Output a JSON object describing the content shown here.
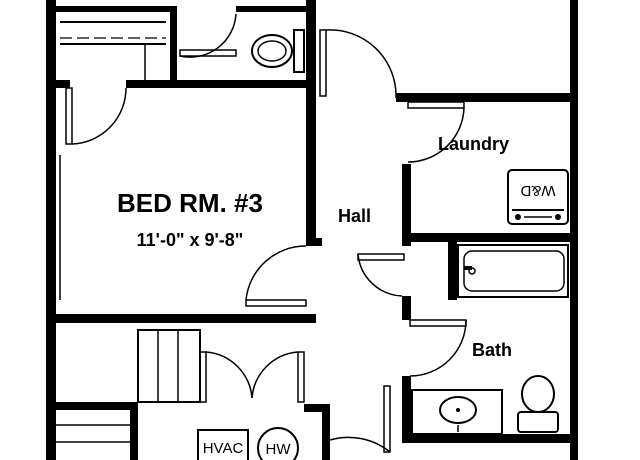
{
  "rooms": {
    "bedroom_name": "BED RM. #3",
    "bedroom_dims": "11'-0\" x 9'-8\"",
    "hall": "Hall",
    "laundry": "Laundry",
    "bath": "Bath"
  },
  "equipment": {
    "washer_dryer": "W&D",
    "hvac": "HVAC",
    "water_heater": "HW"
  }
}
